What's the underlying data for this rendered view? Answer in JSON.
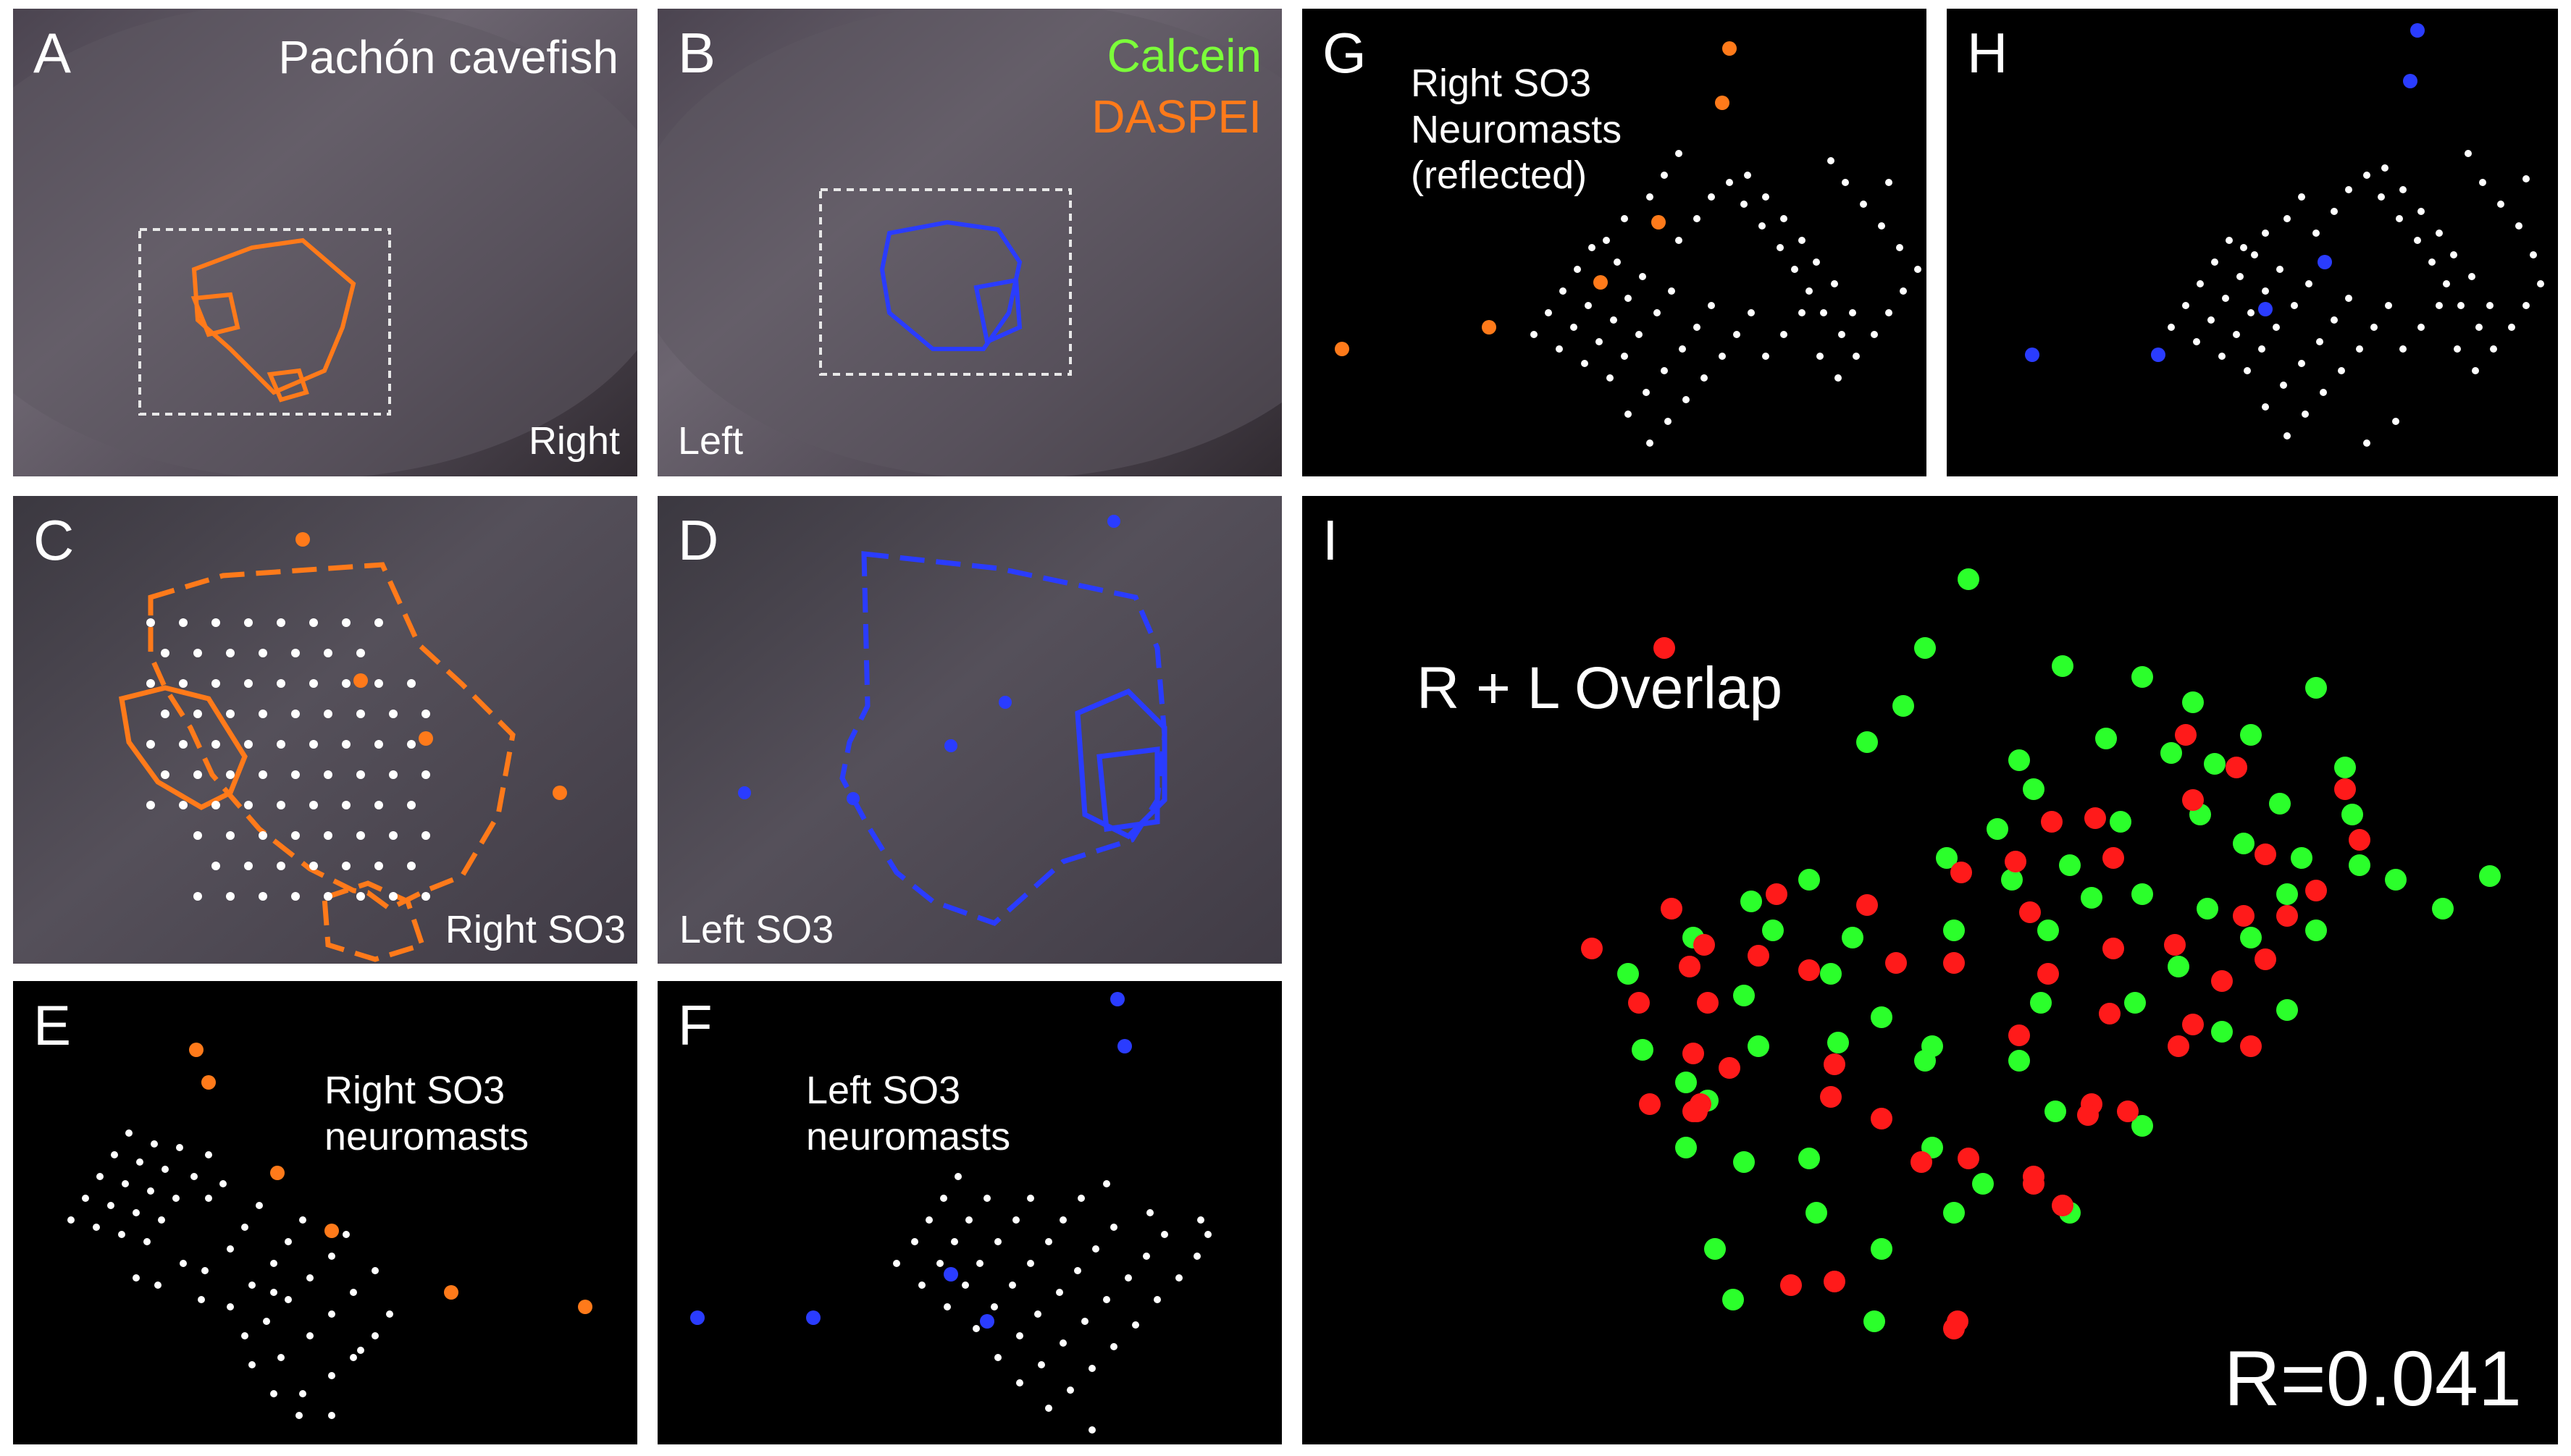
{
  "panels": {
    "A": {
      "letter": "A",
      "title": "Pachón cavefish",
      "side": "Right"
    },
    "B": {
      "letter": "B",
      "stain1": "Calcein",
      "stain2": "DASPEI",
      "side": "Left"
    },
    "C": {
      "letter": "C",
      "label": "Right SO3"
    },
    "D": {
      "letter": "D",
      "label": "Left SO3"
    },
    "E": {
      "letter": "E",
      "label": "Right SO3\nneuromasts"
    },
    "F": {
      "letter": "F",
      "label": "Left SO3\nneuromasts"
    },
    "G": {
      "letter": "G",
      "label": "Right SO3\nNeuromasts\n(reflected)"
    },
    "H": {
      "letter": "H"
    },
    "I": {
      "letter": "I",
      "title": "R + L Overlap",
      "stat": "R=0.041"
    }
  },
  "colors": {
    "right_outline": "#ff7a1a",
    "left_outline": "#2a3cff",
    "neuromast": "#ffffff",
    "calcein": "#7cff3a",
    "daspei": "#ff7a1a",
    "overlap_right": "#ff1a1a",
    "overlap_left": "#2bff2b"
  }
}
